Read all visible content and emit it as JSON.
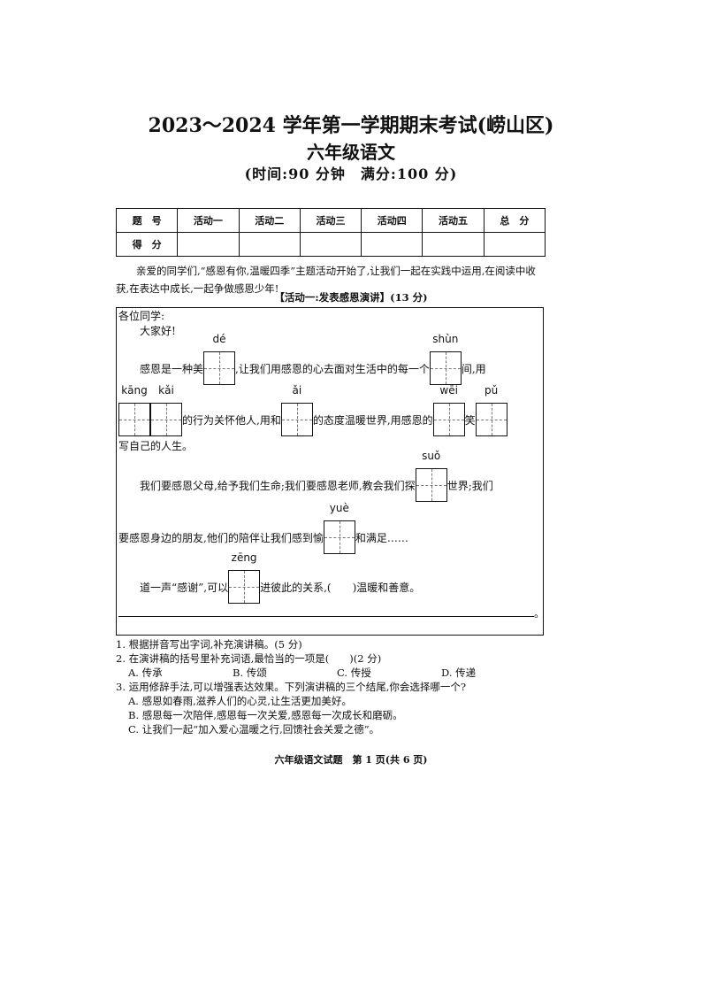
{
  "header": {
    "title": "2023～2024 学年第一学期期末考试(崂山区)",
    "subject": "六年级语文",
    "info": "(时间:90 分钟　满分:100 分)"
  },
  "score_table": {
    "row1": [
      "题　号",
      "活动一",
      "活动二",
      "活动三",
      "活动四",
      "活动五",
      "总　分"
    ],
    "row2_label": "得　分"
  },
  "intro": "亲爱的同学们,“感恩有你,温暖四季”主题活动开始了,让我们一起在实践中运用,在阅读中收获,在表达中成长,一起争做感恩少年!",
  "activity1": {
    "heading": "【活动一:发表感恩演讲】(13 分)",
    "greeting": "各位同学:",
    "hello": "大家好!",
    "l1": {
      "a": "感恩是一种美",
      "py1": "dé",
      "b": ",让我们用感恩的心去面对生活中的每一个",
      "py2": "shùn",
      "c": "间,用"
    },
    "l2": {
      "py1": "kāng",
      "py2": "kǎi",
      "a": "的行为关怀他人,用和",
      "py3": "ǎi",
      "b": "的态度温暖世界,用感恩的",
      "py4": "wēi",
      "c": "笑",
      "py5": "pǔ"
    },
    "l2b": "写自己的人生。",
    "l3": {
      "a": "我们要感恩父母,给予我们生命;我们要感恩老师,教会我们探",
      "py": "suǒ",
      "b": "世界;我们"
    },
    "l4": {
      "a": "要感恩身边的朋友,他们的陪伴让我们感到愉",
      "py": "yuè",
      "b": "和满足……"
    },
    "l5": {
      "a": "道一声“感谢”,可以",
      "py": "zēng",
      "b": "进彼此的关系,(　　)温暖和善意。"
    },
    "end_mark": "。"
  },
  "questions": {
    "q1": "1. 根据拼音写出字词,补充演讲稿。(5 分)",
    "q2": "2. 在演讲稿的括号里补充词语,最恰当的一项是(　　)(2 分)",
    "q2_options": [
      "A. 传承",
      "B. 传颂",
      "C. 传授",
      "D. 传递"
    ],
    "q3": "3. 运用修辞手法,可以增强表达效果。下列演讲稿的三个结尾,你会选择哪一个?",
    "q3_options": [
      "A. 感恩如春雨,滋养人们的心灵,让生活更加美好。",
      "B. 感恩每一次陪伴,感恩每一次关爱,感恩每一次成长和磨砺。",
      "C. 让我们一起“加入爱心温暖之行,回馈社会关爱之德”。"
    ]
  },
  "footer": "六年级语文试题　第 1 页(共 6 页)"
}
